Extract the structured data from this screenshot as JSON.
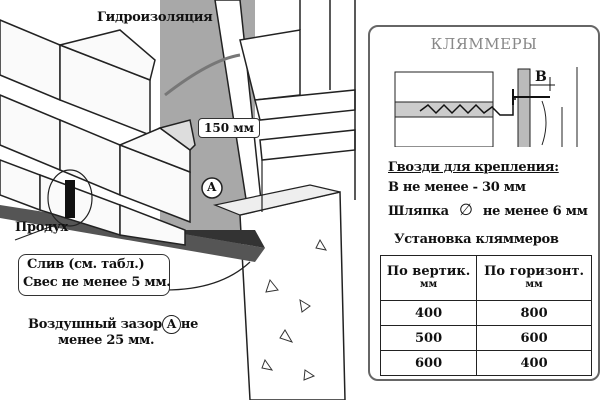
{
  "labels": {
    "waterproofing": "Гидроизоляция",
    "height_mark": "150 мм",
    "marker_a": "A",
    "vent": "Продух",
    "drip_line1": "Слив (см. табл.)",
    "drip_line2": "Свес не менее 5 мм.",
    "air_gap_line1_a": "Воздушный зазор",
    "air_gap_line1_b": "не",
    "air_gap_line2": "менее 25 мм."
  },
  "panel": {
    "title": "КЛЯММЕРЫ",
    "dimension_label": "B",
    "nails_heading": "Гвозди для крепления:",
    "nails_length": "B не менее - 30 мм",
    "nails_head_a": "Шляпка",
    "nails_head_symbol": "∅",
    "nails_head_b": "не менее 6 мм",
    "install_heading": "Установка кляммеров",
    "table": {
      "headers": [
        {
          "label": "По вертик.",
          "unit": "мм"
        },
        {
          "label": "По горизонт.",
          "unit": "мм"
        }
      ],
      "rows": [
        [
          "400",
          "800"
        ],
        [
          "500",
          "600"
        ],
        [
          "600",
          "400"
        ]
      ]
    }
  }
}
